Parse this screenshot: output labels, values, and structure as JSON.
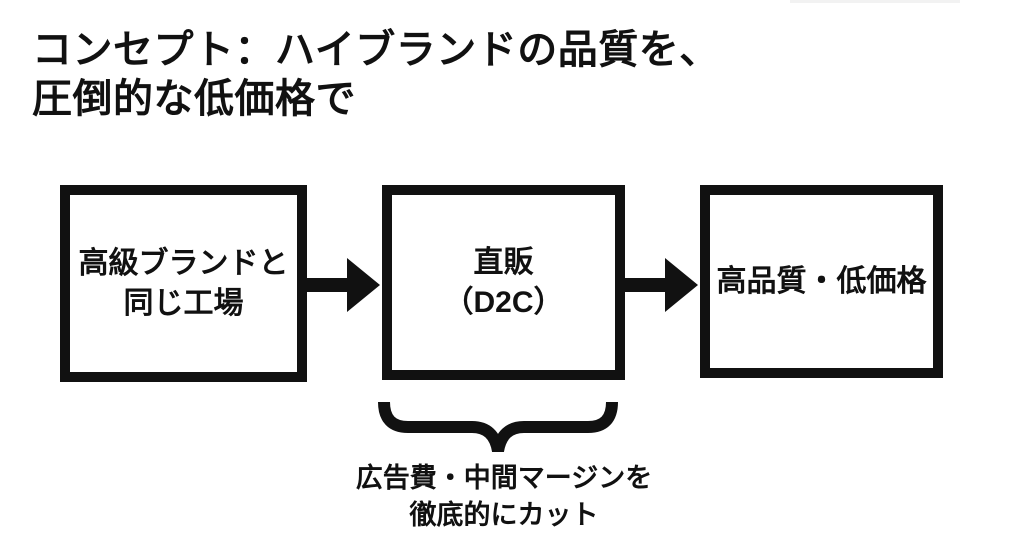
{
  "colors": {
    "ink": "#111111",
    "background": "#ffffff"
  },
  "title": {
    "line1": "コンセプト：ハイブランドの品質を、",
    "line2": "圧倒的な低価格で"
  },
  "flow": {
    "boxes": [
      {
        "name": "factory",
        "line1": "高級ブランドと",
        "line2": "同じ工場"
      },
      {
        "name": "d2c",
        "line1": "直販",
        "line2": "（D2C）"
      },
      {
        "name": "result",
        "line1": "高品質・低価格",
        "line2": ""
      }
    ],
    "arrows": [
      {
        "name": "arrow-factory-to-d2c"
      },
      {
        "name": "arrow-d2c-to-result"
      }
    ],
    "caption": {
      "line1": "広告費・中間マージンを",
      "line2": "徹底的にカット"
    }
  }
}
